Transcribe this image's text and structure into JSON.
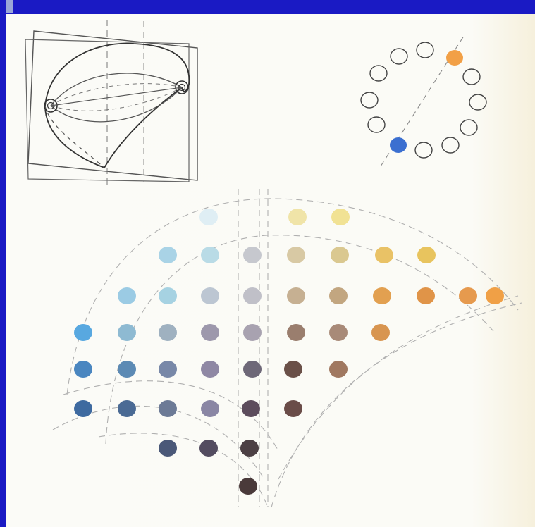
{
  "colors": {
    "frame": "#1a1ac4",
    "paper": "#fbfbf7",
    "ink": "#333333",
    "guide": "#aaaaaa",
    "accent_orange": "#f2a046",
    "accent_blue": "#3b6fd0"
  },
  "sketch": {
    "description_icon": "wireframe-cone-icon"
  },
  "hue_circle": {
    "ring_count": 12,
    "highlighted": [
      {
        "position": "top-right",
        "color": "#f2a046"
      },
      {
        "position": "bottom-left",
        "color": "#3b6fd0"
      }
    ]
  },
  "color_fan": {
    "rows": [
      [
        "#dfeef4",
        "#f0e4a8",
        "#f1e294"
      ],
      [
        "#a9d3e6",
        "#b9dbe6",
        "#c6c8ce",
        "#d8c9a4",
        "#dac890",
        "#e9c266",
        "#e8c45e"
      ],
      [
        "#9bcbe4",
        "#a6d2e2",
        "#bcc6d2",
        "#c0c0c8",
        "#c6b092",
        "#c2a680",
        "#e2a050",
        "#e09448",
        "#e69a4e",
        "#f0a046"
      ],
      [
        "#58a8e0",
        "#8ebad2",
        "#9fb1c0",
        "#9d98ac",
        "#a8a2b0",
        "#9a7e6e",
        "#a88a78",
        "#d89550"
      ],
      [
        "#4a86c0",
        "#5c8ab4",
        "#7888a8",
        "#8f88a4",
        "#6e6878",
        "#6a5048",
        "#a07860"
      ],
      [
        "#3e6aa0",
        "#4a6a94",
        "#6c7a96",
        "#8a86a4",
        "#5c4c5c",
        "#6a4c48"
      ],
      [
        "#4a5878",
        "#534c60",
        "#4c4044"
      ],
      [
        "#4a3a3a"
      ]
    ]
  }
}
